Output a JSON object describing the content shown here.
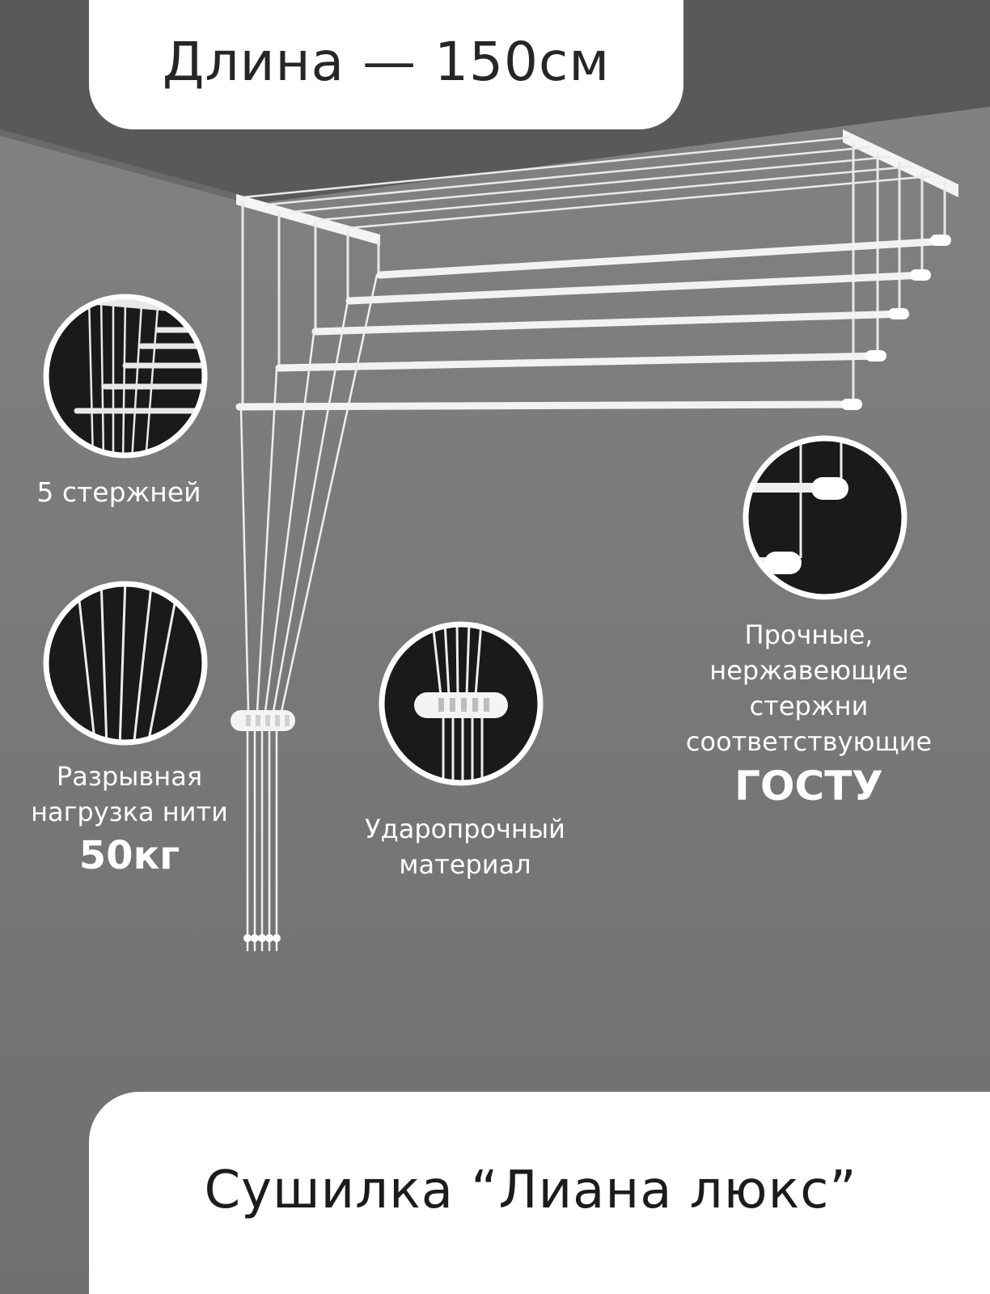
{
  "header": {
    "title": "Длина — 150см"
  },
  "features": {
    "rods": {
      "label": "5 стержней"
    },
    "thread": {
      "line1": "Разрывная",
      "line2": "нагрузка нити",
      "value": "50кг"
    },
    "material": {
      "line1": "Ударопрочный",
      "line2": "материал"
    },
    "steel": {
      "line1": "Прочные,",
      "line2": "нержавеющие",
      "line3": "стержни",
      "line4": "соответствующие",
      "value": "ГОСТУ"
    }
  },
  "footer": {
    "title": "Сушилка “Лиана люкс”"
  },
  "colors": {
    "background": "#7b7b7b",
    "ceiling": "#5a5a5a",
    "card": "#ffffff",
    "circle": "#1a1a1a"
  }
}
